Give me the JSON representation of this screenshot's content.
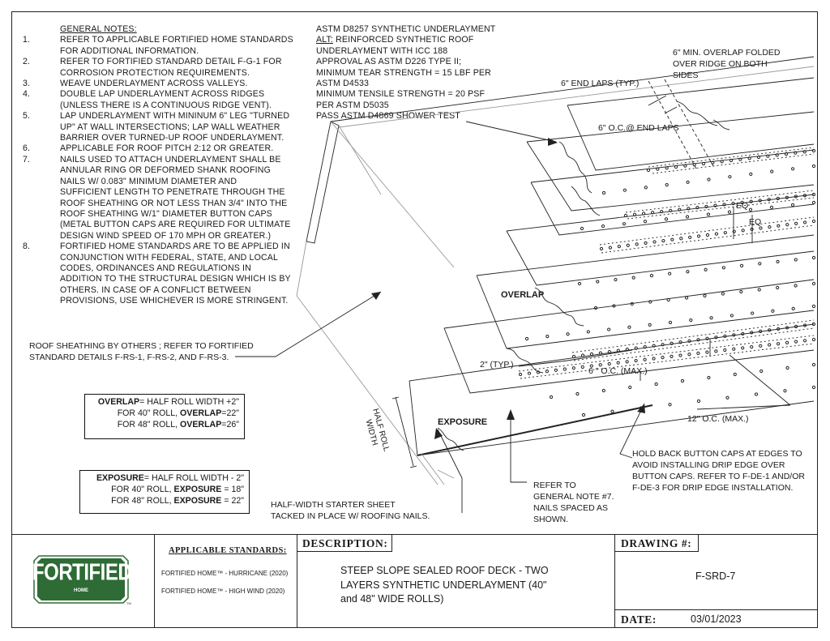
{
  "general_notes": {
    "heading": "GENERAL NOTES:",
    "items": [
      {
        "num": "1.",
        "text": "REFER TO APPLICABLE FORTIFIED HOME STANDARDS\nFOR ADDITIONAL INFORMATION."
      },
      {
        "num": "2.",
        "text": "REFER TO FORTIFIED STANDARD DETAIL F-G-1 FOR\nCORROSION PROTECTION REQUIREMENTS."
      },
      {
        "num": "3.",
        "text": "WEAVE UNDERLAYMENT ACROSS VALLEYS."
      },
      {
        "num": "4.",
        "text": "DOUBLE LAP UNDERLAYMENT ACROSS RIDGES\n(UNLESS THERE IS A CONTINUOUS RIDGE VENT)."
      },
      {
        "num": "5.",
        "text": "LAP UNDERLAYMENT WITH MININUM 6\" LEG \"TURNED\nUP\" AT WALL INTERSECTIONS; LAP WALL WEATHER\nBARRIER OVER TURNED-UP ROOF UNDERLAYMENT."
      },
      {
        "num": "6.",
        "text": "APPLICABLE FOR ROOF PITCH 2:12 OR GREATER."
      },
      {
        "num": "7.",
        "text": "NAILS USED TO ATTACH UNDERLAYMENT SHALL BE\nANNULAR RING OR DEFORMED SHANK ROOFING\nNAILS W/ 0.083\" MINIMUM DIAMETER AND\nSUFFICIENT LENGTH TO PENETRATE THROUGH THE\nROOF SHEATHING OR NOT LESS THAN 3/4\" INTO THE\nROOF SHEATHING W/1\" DIAMETER BUTTON CAPS\n(METAL BUTTON CAPS ARE REQUIRED FOR ULTIMATE\nDESIGN WIND SPEED OF 170 MPH OR GREATER.)"
      },
      {
        "num": "8.",
        "text": "FORTIFIED HOME STANDARDS ARE TO BE APPLIED IN\nCONJUNCTION WITH FEDERAL, STATE, AND LOCAL\nCODES, ORDINANCES AND REGULATIONS IN\nADDITION TO THE STRUCTURAL DESIGN WHICH IS BY\nOTHERS. IN CASE OF A CONFLICT BETWEEN\nPROVISIONS, USE WHICHEVER IS MORE STRINGENT."
      }
    ]
  },
  "spec_text": {
    "line1": "ASTM D8257 SYNTHETIC UNDERLAYMENT",
    "alt_label": "ALT:",
    "line2": " REINFORCED SYNTHETIC ROOF",
    "rest": "UNDERLAYMENT WITH ICC 188\nAPPROVAL AS ASTM D226 TYPE II;\nMINIMUM TEAR STRENGTH = 15 LBF PER\nASTM D4533\nMINIMUM TENSILE STRENGTH = 20 PSF\nPER ASTM D5035\nPASS ASTM D4869 SHOWER TEST"
  },
  "callouts": {
    "roof_sheathing": "ROOF SHEATHING BY OTHERS ; REFER TO FORTIFIED\nSTANDARD DETAILS F-RS-1, F-RS-2, AND F-RS-3.",
    "overlap_fold": "6\" MIN. OVERLAP FOLDED\nOVER RIDGE ON BOTH\nSIDES",
    "end_laps": "6\" END LAPS (TYP.)",
    "oc_end_laps": "6\" O.C.@ END LAPS",
    "eq1": "EQ",
    "eq2": "EQ",
    "overlap": "OVERLAP",
    "typ2": "2\" (TYP.)",
    "oc6": "6 \" O.C. (MAX.)",
    "oc12": "12\" O.C. (MAX.)",
    "exposure": "EXPOSURE",
    "half_roll": "HALF ROLL\nWIDTH",
    "hold_back": "HOLD BACK BUTTON CAPS AT EDGES TO\nAVOID INSTALLING DRIP EDGE OVER\nBUTTON CAPS. REFER TO F-DE-1 AND/OR\nF-DE-3 FOR DRIP EDGE INSTALLATION.",
    "refer_note7": "REFER TO\nGENERAL NOTE #7.\nNAILS SPACED AS\nSHOWN.",
    "starter": "HALF-WIDTH STARTER SHEET\nTACKED IN PLACE W/ ROOFING NAILS."
  },
  "overlap_box": {
    "label": "OVERLAP",
    "formula": "= HALF ROLL WIDTH +2\"",
    "r40_prefix": "FOR 40\" ROLL, ",
    "r40_label": "OVERLAP",
    "r40_value": "=22\"",
    "r48_prefix": "FOR 48\" ROLL, ",
    "r48_label": "OVERLAP",
    "r48_value": "=26\""
  },
  "exposure_box": {
    "label": "EXPOSURE",
    "formula": "= HALF ROLL WIDTH - 2\"",
    "r40_prefix": "FOR 40\" ROLL, ",
    "r40_label": "EXPOSURE",
    "r40_value": " = 18\"",
    "r48_prefix": "FOR 48\" ROLL, ",
    "r48_label": "EXPOSURE",
    "r48_value": " = 22\""
  },
  "title_block": {
    "logo_text": "FORTIFIED",
    "logo_sub": "HOME",
    "logo_tm": "TM",
    "standards_header": "APPLICABLE STANDARDS:",
    "standard1": "FORTIFIED HOME™ - HURRICANE (2020)",
    "standard2": "FORTIFIED HOME™ - HIGH WIND (2020)",
    "description_header": "DESCRIPTION:",
    "description": "STEEP SLOPE SEALED ROOF DECK - TWO\nLAYERS SYNTHETIC UNDERLAYMENT (40\"\nand 48\" WIDE ROLLS)",
    "drawing_header": "DRAWING #:",
    "drawing_number": "F-SRD-7",
    "date_label": "DATE:",
    "date_value": "03/01/2023"
  },
  "colors": {
    "logo_green": "#2e6b35",
    "line": "#222222"
  }
}
